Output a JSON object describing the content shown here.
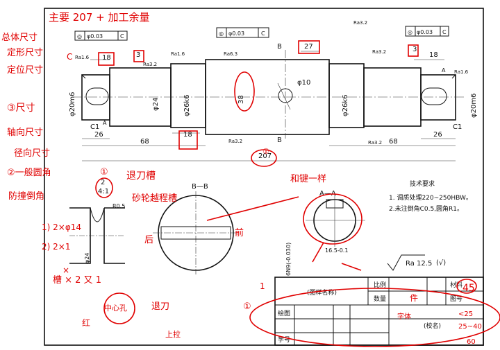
{
  "dimensions": {
    "overall_length": "207",
    "left_section": "68",
    "right_section": "68",
    "keyway_left_len": "26",
    "keyway_right_len": "26",
    "key_18_left": "18",
    "key_18_mid": "18",
    "key_18_right": "18",
    "step_3_left": "3",
    "step_3_right": "3",
    "center_27": "27",
    "dia_20m6_left": "φ20m6",
    "dia_20m6_right": "φ20m6",
    "dia_24": "φ24",
    "dia_26k6_left": "φ26k6",
    "dia_26k6_right": "φ26k6",
    "dia_38": "38",
    "hole_10": "φ10",
    "chamfer_c1_left": "C1",
    "chamfer_c1_right": "C1",
    "section_b_top": "B",
    "section_b_bottom": "B",
    "section_a_left": "A",
    "section_a_right": "A",
    "detail_scale": "4:1",
    "detail_id": "2",
    "detail_r": "R0.5",
    "section_aa": "A—A",
    "section_bb": "B—B",
    "key_width": "6N9(-0.030)",
    "key_depth": "16.5-0.1",
    "detail_dia": "φ24"
  },
  "tolerance_frames": [
    {
      "symbol": "◎",
      "value": "φ0.03",
      "datum": "C"
    },
    {
      "symbol": "◎",
      "value": "φ0.03",
      "datum": "C"
    },
    {
      "symbol": "◎",
      "value": "φ0.03",
      "datum": "C"
    }
  ],
  "roughness": {
    "ra16_a": "Ra1.6",
    "ra16_b": "Ra1.6",
    "ra16_c": "Ra1.6",
    "ra32_a": "Ra3.2",
    "ra32_b": "Ra3.2",
    "ra32_c": "Ra3.2",
    "ra32_d": "Ra3.2",
    "ra32_e": "Ra3.2",
    "ra63": "Ra6.3",
    "general": "Ra 12.5",
    "general_suffix": "(√)"
  },
  "tech_requirements": {
    "title": "技术要求",
    "item1": "1. 调质处理220~250HBW。",
    "item2": "2.未注倒角C0.5,圆角R1。"
  },
  "title_block": {
    "drawing_name": "(图样名称)",
    "scale_label": "比例",
    "material_label": "材料",
    "quantity_label": "数量",
    "drawing_no_label": "图号",
    "drawer_label": "绘图",
    "id_label": "学号",
    "school": "(校名)"
  },
  "annotations": {
    "a1": "总体尺寸",
    "a2": "定形尺寸",
    "a3": "定位尺寸",
    "a4": "③尺寸",
    "a5": "轴向尺寸",
    "a6": "径向尺寸",
    "a7": "②一般圆角",
    "a8": "防撞倒角",
    "top_note": "主要 207 + 加工余量",
    "undercut": "退刀槽",
    "wheel_undercut": "砂轮越程槽",
    "same_note": "和键一样",
    "q1": "1) 2×φ14",
    "q2": "2) 2×1",
    "q3": "槽 × 2 又 1",
    "back": "后",
    "front": "前",
    "undercut2": "退刀",
    "center_hole": "中心孔",
    "small_n": "上拉",
    "material_45": "45",
    "count": "件",
    "font_note": "字体",
    "size_note1": "<25",
    "size_note2": "25~40",
    "size_note3": "60",
    "circle_1": "①",
    "circle_1b": "①",
    "circle_1c": "①",
    "ratio_1": "1",
    "x_mark": "×",
    "red_mark": "红",
    "base_c": "C"
  }
}
